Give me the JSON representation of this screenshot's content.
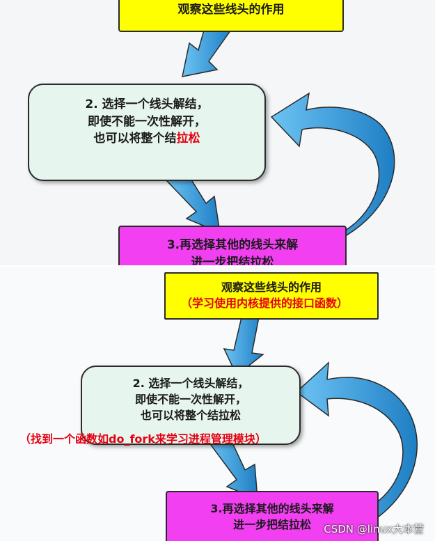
{
  "top": {
    "box1": {
      "line1": "观察这些线头的作用"
    },
    "box2": {
      "line1": "2. 选择一个线头解结，",
      "line2": "即使不能一次性解开，",
      "line3_prefix": "也可以将整个结",
      "line3_highlight": "拉松"
    },
    "box3": {
      "line1": "3.再选择其他的线头来解",
      "line2": "进一步把结拉松"
    }
  },
  "bottom": {
    "box1": {
      "line1": "观察这些线头的作用",
      "line2": "（学习使用内核提供的接口函数）"
    },
    "box2": {
      "line1": "2. 选择一个线头解结，",
      "line2": "即使不能一次性解开，",
      "line3": "也可以将整个结拉松"
    },
    "note": "（找到一个函数如do_fork来学习进程管理模块）",
    "box3": {
      "line1": "3.再选择其他的线头来解",
      "line2": "进一步把结拉松"
    }
  },
  "watermark": "CSDN @linux大本营",
  "colors": {
    "yellow": "#ffff00",
    "green": "#e6f6ee",
    "magenta": "#f23ff2",
    "arrow": "#3aa0e2",
    "red": "#e60012"
  }
}
